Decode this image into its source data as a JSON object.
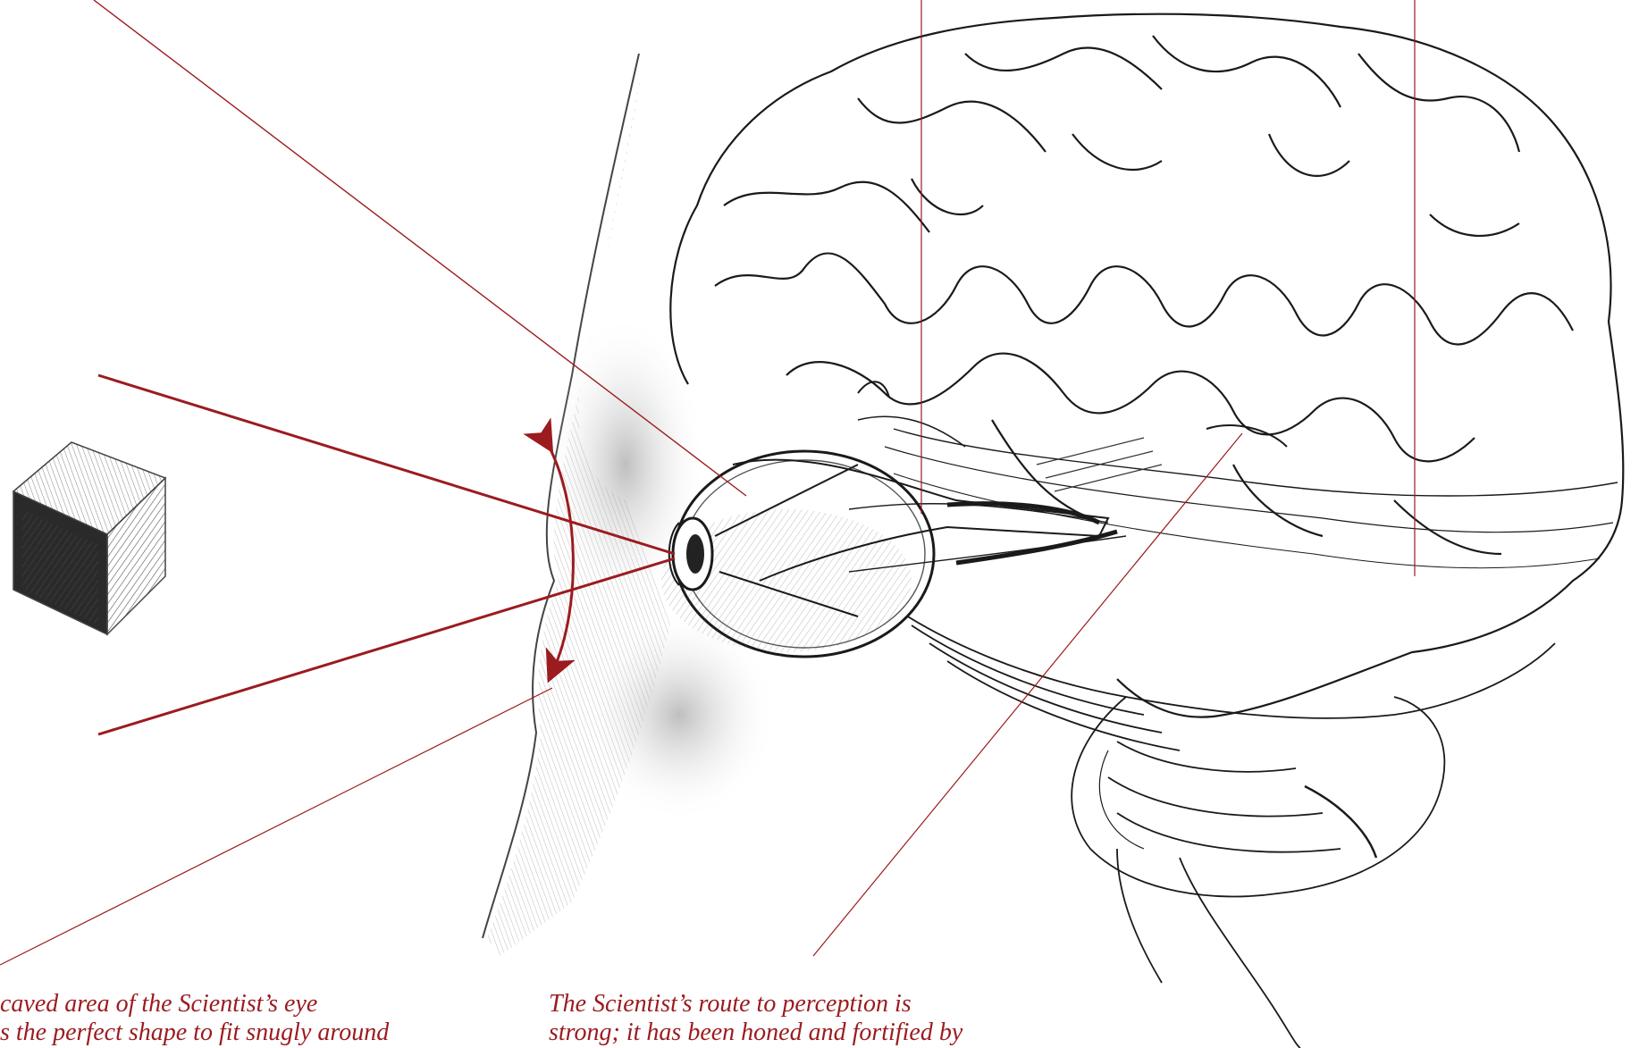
{
  "captions": {
    "eye_line1": "caved area of the Scientist’s eye",
    "eye_line2": "s the perfect shape to fit snugly around",
    "perception_line1": "The Scientist’s route to perception is",
    "perception_line2": "strong; it has been honed and fortified by"
  },
  "colors": {
    "annotation_red": "#9b1b1f",
    "pencil": "#1a1a1a",
    "shading": "#6f6f6f"
  },
  "illustration": {
    "subject": "pencil drawing of an eye, optic nerve and brain viewing a cube",
    "icons": [
      "cube-icon",
      "eye-icon",
      "brain-icon",
      "double-arrow-icon"
    ]
  }
}
